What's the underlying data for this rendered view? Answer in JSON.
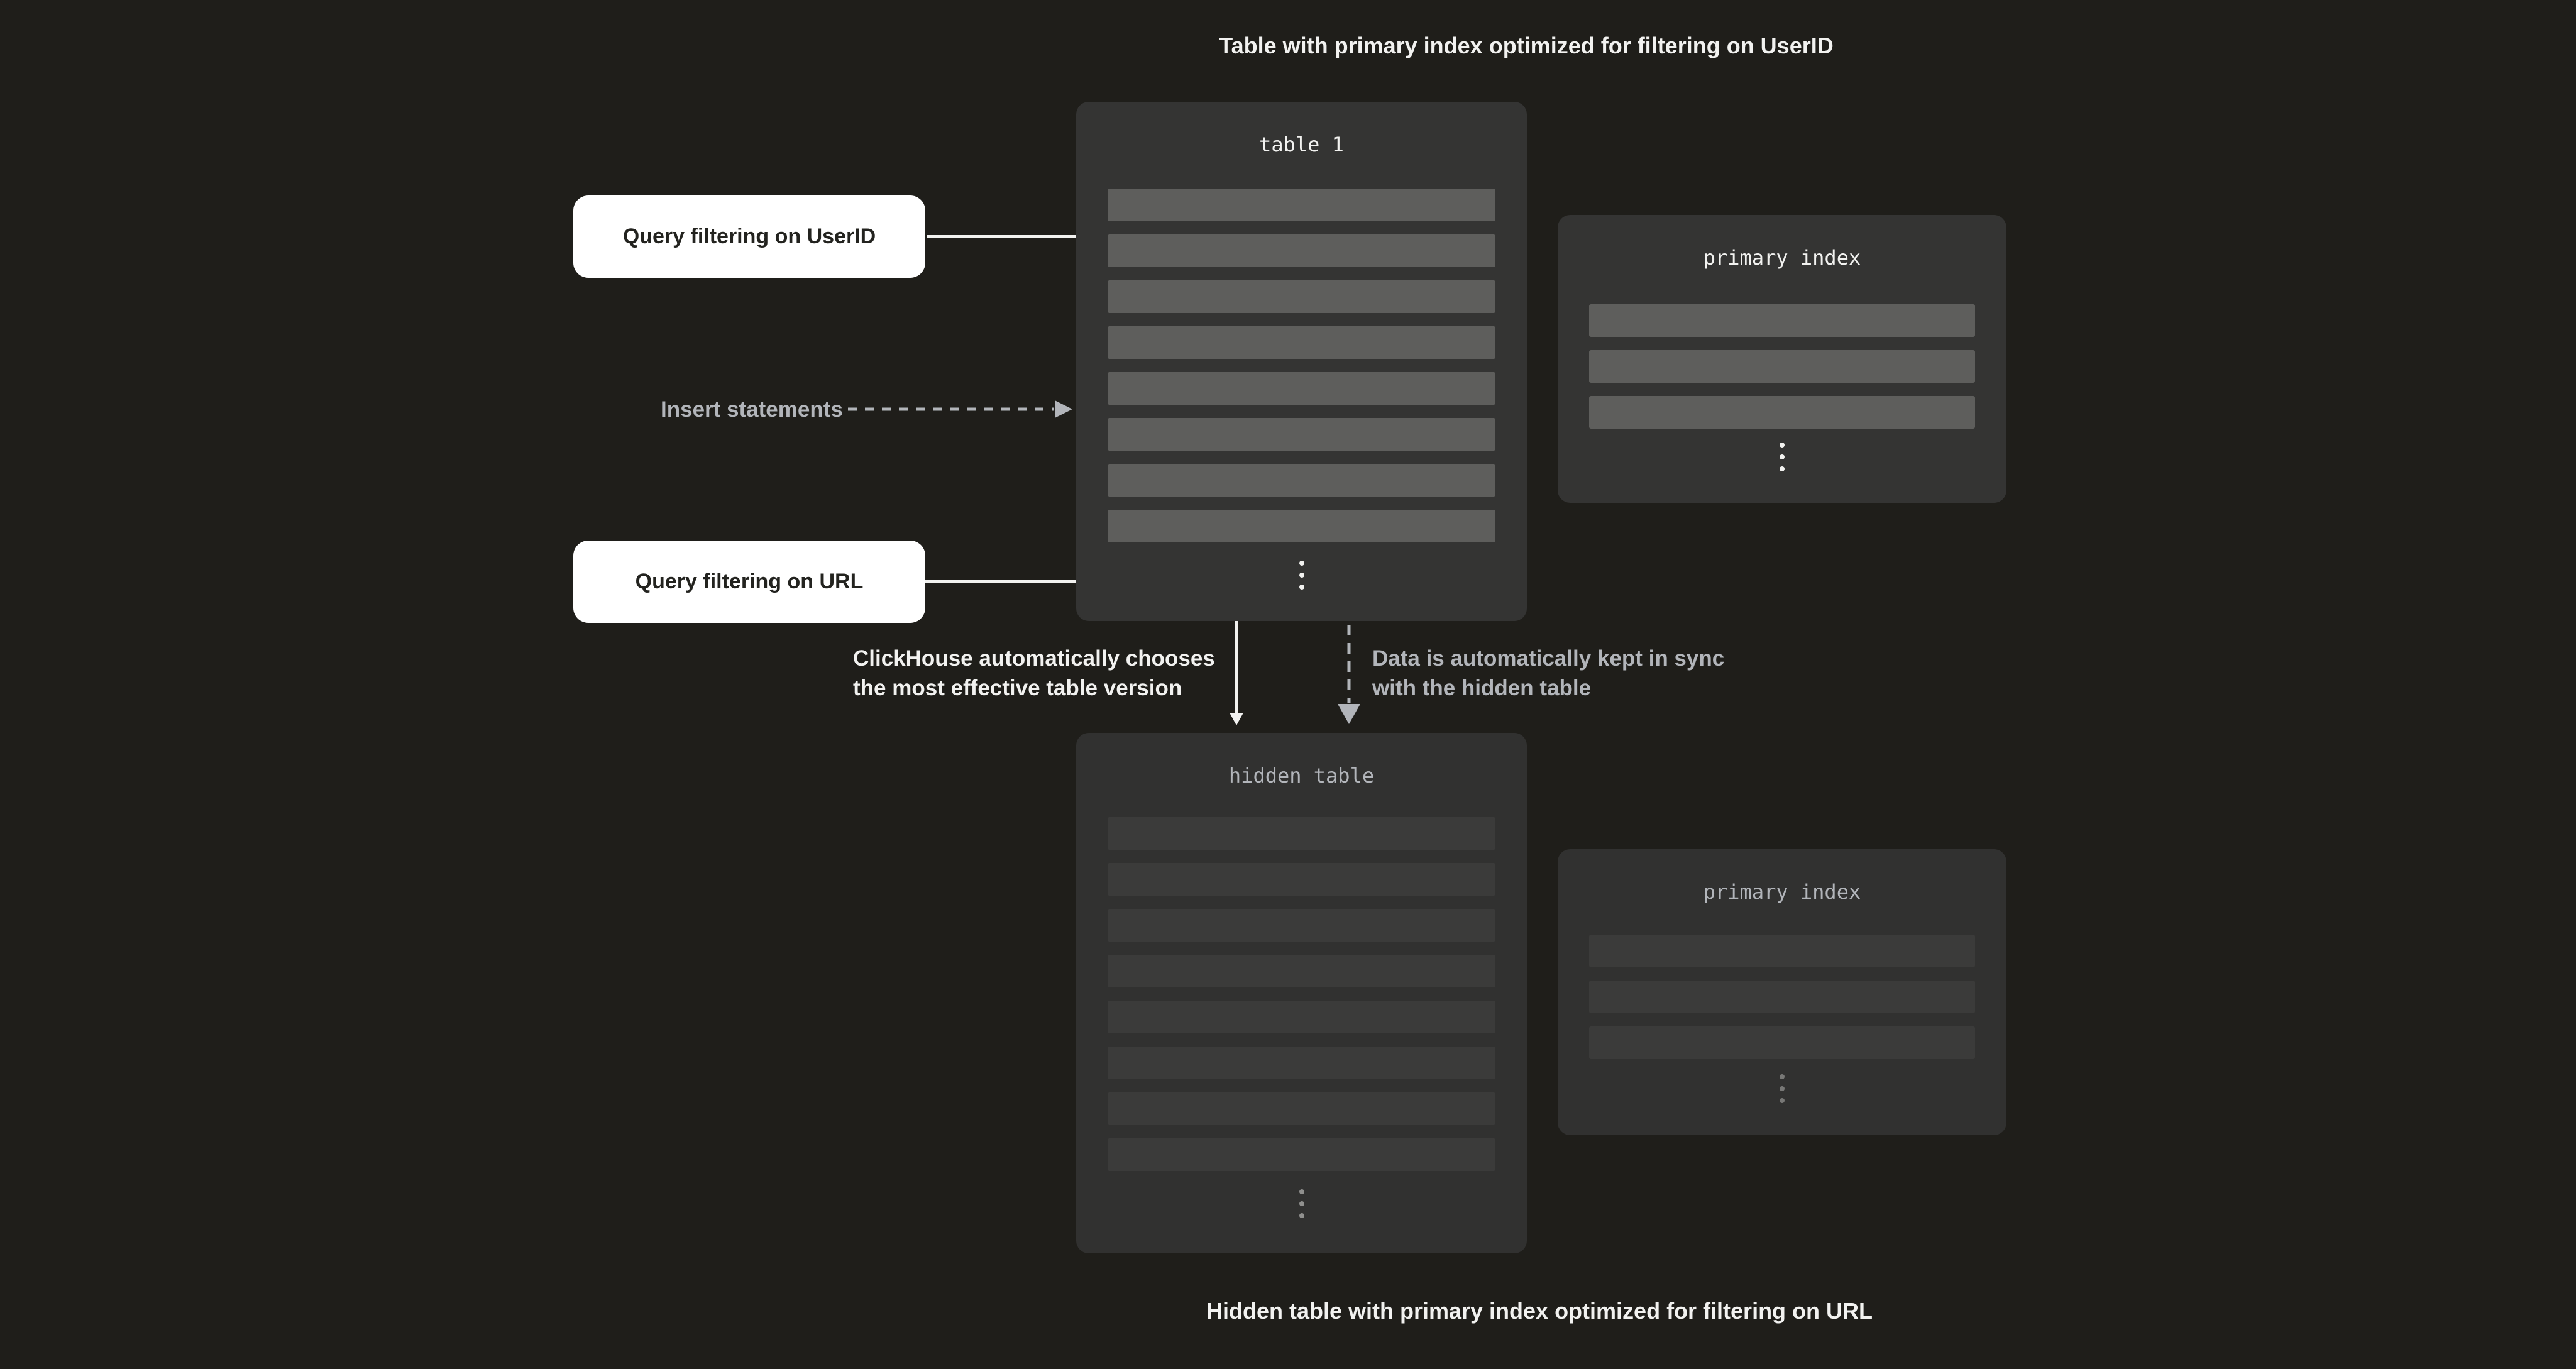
{
  "captions": {
    "top": "Table with primary index optimized for filtering on UserID",
    "bottom": "Hidden table with primary index optimized for filtering on URL"
  },
  "table1": {
    "header": "table 1",
    "row_count": 8
  },
  "primary_index_top": {
    "header": "primary index",
    "row_count": 3
  },
  "hidden_table": {
    "header": "hidden table",
    "row_count": 8
  },
  "primary_index_bottom": {
    "header": "primary index",
    "row_count": 3
  },
  "labels": {
    "query_userid": "Query filtering on UserID",
    "query_url": "Query filtering on URL",
    "insert": "Insert statements"
  },
  "annotations": {
    "choose_line1": "ClickHouse automatically chooses",
    "choose_line2": "the most effective table version",
    "sync_line1": "Data is automatically kept in sync",
    "sync_line2": "with the hidden table"
  },
  "icons": {
    "ellipsis": "vertical-ellipsis"
  },
  "colors": {
    "background": "#1f1e1a",
    "panel": "#343433",
    "panel_dim": "#313130",
    "row": "#5e5e5c",
    "row_dim": "#3b3b3a",
    "text_bright": "#f2f2f0",
    "text_muted": "#b2b5ba",
    "label_background": "#ffffff",
    "label_text": "#23231f"
  }
}
